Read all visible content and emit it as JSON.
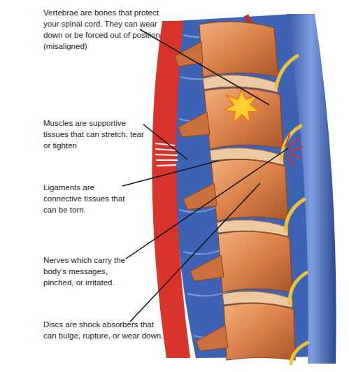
{
  "diagram": {
    "labels": [
      "Vertebrae are bones that protect your spinal cord. They can wear down or be forced out of position (misaligned)",
      "Muscles are supportive tissues that can stretch, tear or tighten",
      "Ligaments are connective tissues that can be torn.",
      "Nerves which carry the body’s messages, pinched, or irritated.",
      "Discs are shock absorbers that can bulge, rupture, or wear down."
    ]
  }
}
